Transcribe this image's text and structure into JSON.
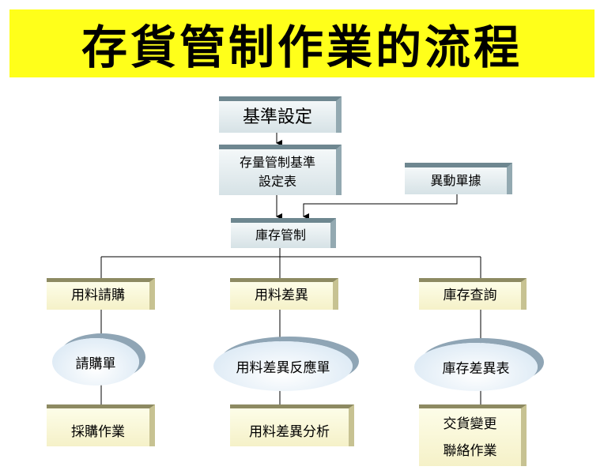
{
  "title": "存貨管制作業的流程",
  "nodes": {
    "baseline": "基準設定",
    "baseline_table_1": "存量管制基準",
    "baseline_table_2": "設定表",
    "change_docs": "異動單據",
    "inventory_control": "庫存管制",
    "purchase_request": "用料請購",
    "usage_variance": "用料差異",
    "inventory_query": "庫存查詢",
    "requisition_form": "請購單",
    "variance_report_form": "用料差異反應單",
    "inventory_variance_table": "庫存差異表",
    "purchasing": "採購作業",
    "variance_analysis": "用料差異分析",
    "delivery_change_1": "交貨變更",
    "delivery_change_2": "聯絡作業"
  }
}
